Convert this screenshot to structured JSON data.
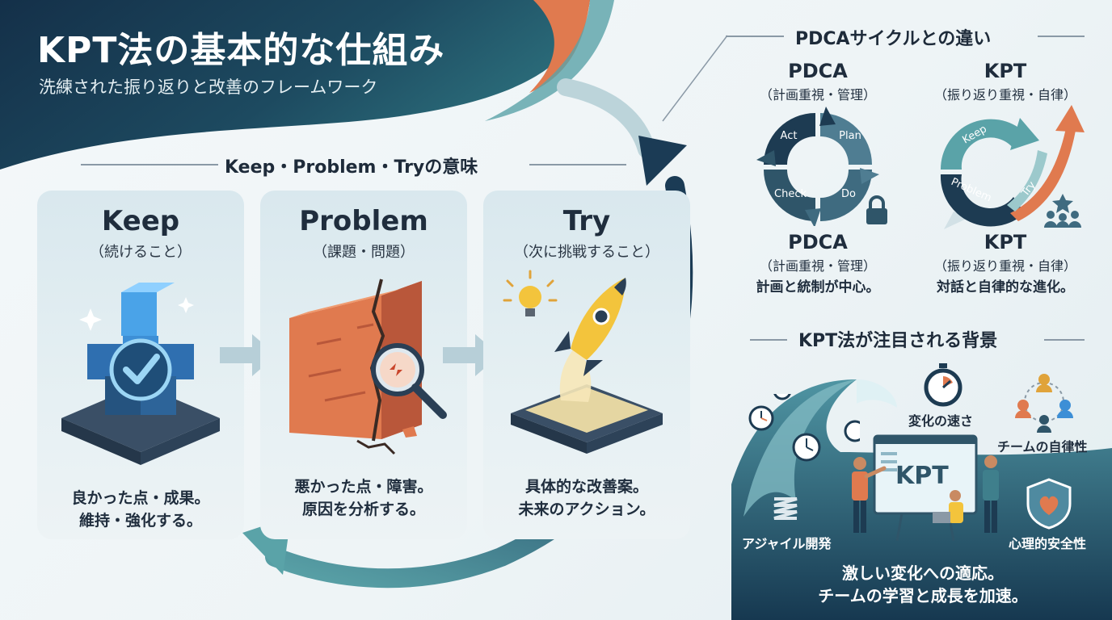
{
  "header": {
    "title": "KPT法の基本的な仕組み",
    "subtitle": "洗練された振り返りと改善のフレームワーク"
  },
  "kpt_section": {
    "heading": "Keep・Problem・Tryの意味",
    "cards": [
      {
        "name": "Keep",
        "sub": "（続けること）",
        "line1": "良かった点・成果。",
        "line2": "維持・強化する。",
        "icon": "check-blocks-icon"
      },
      {
        "name": "Problem",
        "sub": "（課題・問題）",
        "line1": "悪かった点・障害。",
        "line2": "原因を分析する。",
        "icon": "cracked-wall-icon"
      },
      {
        "name": "Try",
        "sub": "（次に挑戦すること）",
        "line1": "具体的な改善案。",
        "line2": "未来のアクション。",
        "icon": "rocket-icon"
      }
    ]
  },
  "pdca_section": {
    "heading": "PDCAサイクルとの違い",
    "pdca": {
      "name": "PDCA",
      "sub": "（計画重視・管理）",
      "cycle_labels": [
        "Act",
        "Plan",
        "Check",
        "Do"
      ],
      "name2": "PDCA",
      "sub2": "（計画重視・管理）",
      "desc": "計画と統制が中心。",
      "icon": "lock-icon"
    },
    "kpt": {
      "name": "KPT",
      "sub": "（振り返り重視・自律）",
      "cycle_labels": [
        "Keep",
        "Problem",
        "Try"
      ],
      "name2": "KPT",
      "sub2": "（振り返り重視・自律）",
      "desc": "対話と自律的な進化。",
      "icon": "team-star-icon"
    }
  },
  "background_section": {
    "heading": "KPT法が注目される背景",
    "labels": {
      "speed": "変化の速さ",
      "autonomy": "チームの自律性",
      "agile": "アジャイル開発",
      "safety": "心理的安全性",
      "screen": "KPT"
    },
    "bottom_line1": "激しい変化への適応。",
    "bottom_line2": "チームの学習と成長を加速。"
  },
  "colors": {
    "navy": "#1d3b52",
    "teal": "#3f7f8c",
    "orange": "#e07a4f",
    "blue": "#3d8fd6",
    "yellow": "#f3c43c"
  }
}
